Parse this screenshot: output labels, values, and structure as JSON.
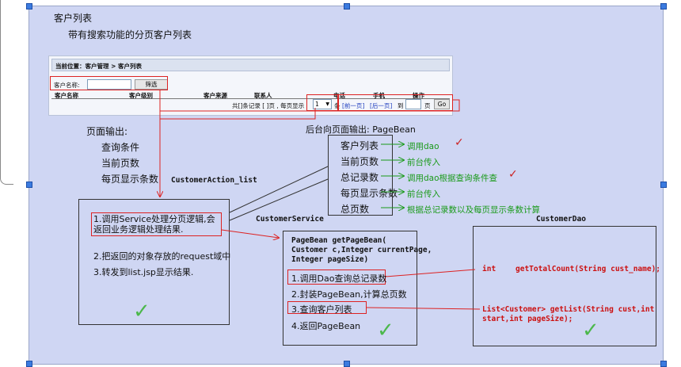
{
  "page": {
    "title": "客户列表",
    "subtitle": "带有搜索功能的分页客户列表"
  },
  "screenshot": {
    "breadcrumb": "当前位置：客户管理 > 客户列表",
    "filter_label": "客户名称:",
    "filter_button": "筛选",
    "columns": [
      "客户名称",
      "客户级别",
      "客户来源",
      "联系人",
      "电话",
      "手机",
      "操作"
    ],
    "pager_text": "共[]条记录 [ ]页 , 每页显示",
    "page_size": "1",
    "pager_unit": "条",
    "prev": "[前一页]",
    "next": "[后一页]",
    "goto": "到",
    "page_unit": "页",
    "go": "Go"
  },
  "page_output": {
    "title": "页面输出:",
    "items": [
      "查询条件",
      "当前页数",
      "每页显示条数"
    ]
  },
  "action_label": "CustomerAction_list",
  "backend": {
    "title": "后台向页面输出: PageBean",
    "items": [
      "客户列表",
      "当前页数",
      "总记录数",
      "每页显示条数",
      "总页数"
    ],
    "notes": [
      "调用dao",
      "前台传入",
      "调用dao根据查询条件查",
      "前台传入",
      "根据总记录数以及每页显示条数计算"
    ]
  },
  "action_box": {
    "step1": "1.调用Service处理分页逻辑,会返回业务逻辑处理结果.",
    "step2": "2.把返回的对象存放的request域中",
    "step3": "3.转发到list.jsp显示结果."
  },
  "service": {
    "label": "CustomerService",
    "signature": "PageBean getPageBean(\nCustomer c,Integer currentPage,\nInteger pageSize)",
    "step1": "1.调用Dao查询总记录数",
    "step2": "2.封装PageBean,计算总页数",
    "step3": "3.查询客户列表",
    "step4": "4.返回PageBean"
  },
  "dao": {
    "label": "CustomerDao",
    "method1_type": "int",
    "method1": "getTotalCount(String  cust_name);",
    "method2": "List<Customer> getList(String cust,int\nstart,int pageSize);"
  },
  "colors": {
    "canvas": "#cfd6f3",
    "red": "#cc1111",
    "green": "#1a9a1a"
  }
}
